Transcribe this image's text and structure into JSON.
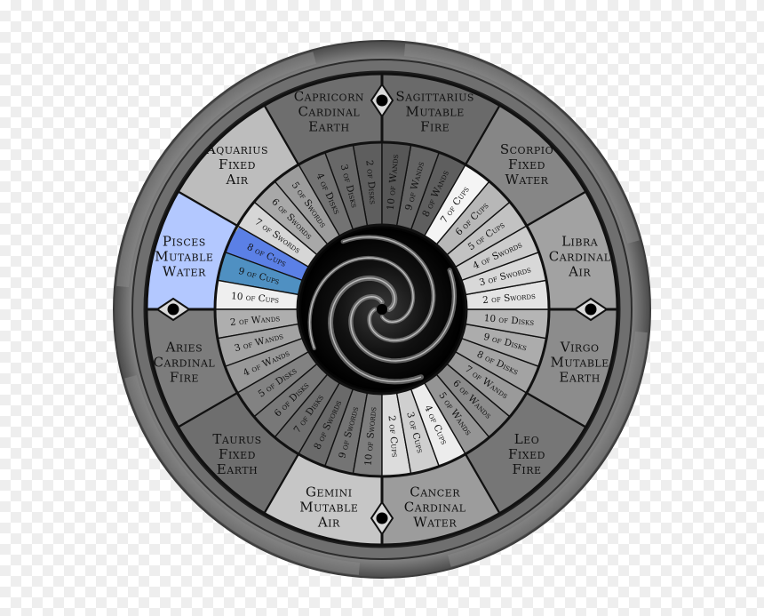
{
  "signs": [
    {
      "name": "Capricorn",
      "modality": "Cardinal",
      "element": "Earth",
      "fill": "#6e6e6e"
    },
    {
      "name": "Aquarius",
      "modality": "Fixed",
      "element": "Air",
      "fill": "#bdbdbd"
    },
    {
      "name": "Pisces",
      "modality": "Mutable",
      "element": "Water",
      "fill": "#b3c8ff"
    },
    {
      "name": "Aries",
      "modality": "Cardinal",
      "element": "Fire",
      "fill": "#7c7c7c"
    },
    {
      "name": "Taurus",
      "modality": "Fixed",
      "element": "Earth",
      "fill": "#6e6e6e"
    },
    {
      "name": "Gemini",
      "modality": "Mutable",
      "element": "Air",
      "fill": "#c6c6c6"
    },
    {
      "name": "Cancer",
      "modality": "Cardinal",
      "element": "Water",
      "fill": "#9c9c9c"
    },
    {
      "name": "Leo",
      "modality": "Fixed",
      "element": "Fire",
      "fill": "#767676"
    },
    {
      "name": "Virgo",
      "modality": "Mutable",
      "element": "Earth",
      "fill": "#8c8c8c"
    },
    {
      "name": "Libra",
      "modality": "Cardinal",
      "element": "Air",
      "fill": "#a2a2a2"
    },
    {
      "name": "Scorpio",
      "modality": "Fixed",
      "element": "Water",
      "fill": "#868686"
    },
    {
      "name": "Sagittarius",
      "modality": "Mutable",
      "element": "Fire",
      "fill": "#6a6a6a"
    }
  ],
  "cards": [
    {
      "label": "2 of Disks",
      "fill": "#5e5e5e"
    },
    {
      "label": "3 of Disks",
      "fill": "#686868"
    },
    {
      "label": "4 of Disks",
      "fill": "#737373"
    },
    {
      "label": "5 of Swords",
      "fill": "#9c9c9c"
    },
    {
      "label": "6 of Swords",
      "fill": "#a8a8a8"
    },
    {
      "label": "7 of Swords",
      "fill": "#d6d6d6"
    },
    {
      "label": "8 of Cups",
      "fill": "#5b80e6"
    },
    {
      "label": "9 of Cups",
      "fill": "#4f90c2"
    },
    {
      "label": "10 of Cups",
      "fill": "#efefef"
    },
    {
      "label": "2 of Wands",
      "fill": "#aeaeae"
    },
    {
      "label": "3 of Wands",
      "fill": "#a3a3a3"
    },
    {
      "label": "4 of Wands",
      "fill": "#989898"
    },
    {
      "label": "5 of Disks",
      "fill": "#828282"
    },
    {
      "label": "6 of Disks",
      "fill": "#787878"
    },
    {
      "label": "7 of Disks",
      "fill": "#6e6e6e"
    },
    {
      "label": "8 of Swords",
      "fill": "#6a6a6a"
    },
    {
      "label": "9 of Swords",
      "fill": "#747474"
    },
    {
      "label": "10 of Swords",
      "fill": "#7e7e7e"
    },
    {
      "label": "2 of Cups",
      "fill": "#dcdcdc"
    },
    {
      "label": "3 of Cups",
      "fill": "#cfcfcf"
    },
    {
      "label": "4 of Cups",
      "fill": "#ececec"
    },
    {
      "label": "5 of Wands",
      "fill": "#959595"
    },
    {
      "label": "6 of Wands",
      "fill": "#8b8b8b"
    },
    {
      "label": "7 of Wands",
      "fill": "#9a9a9a"
    },
    {
      "label": "8 of Disks",
      "fill": "#a3a3a3"
    },
    {
      "label": "9 of Disks",
      "fill": "#acacac"
    },
    {
      "label": "10 of Disks",
      "fill": "#b5b5b5"
    },
    {
      "label": "2 of Swords",
      "fill": "#e3e3e3"
    },
    {
      "label": "3 of Swords",
      "fill": "#d8d8d8"
    },
    {
      "label": "4 of Swords",
      "fill": "#cccccc"
    },
    {
      "label": "5 of Cups",
      "fill": "#c2c2c2"
    },
    {
      "label": "6 of Cups",
      "fill": "#b7b7b7"
    },
    {
      "label": "7 of Cups",
      "fill": "#f4f4f4"
    },
    {
      "label": "8 of Wands",
      "fill": "#5e5e5e"
    },
    {
      "label": "9 of Wands",
      "fill": "#646464"
    },
    {
      "label": "10 of Wands",
      "fill": "#575757"
    }
  ],
  "colors": {
    "frame": "#5c5c5c",
    "frame_light": "#8a8a8a",
    "rim": "#787878",
    "lines": "#111111",
    "center": "#050505",
    "swirl": "#b8b8b8",
    "gold": "#e9d87a"
  },
  "icons": {
    "quadrant_marker": "diamond-marker-icon",
    "center": "spiral-galaxy-icon"
  }
}
